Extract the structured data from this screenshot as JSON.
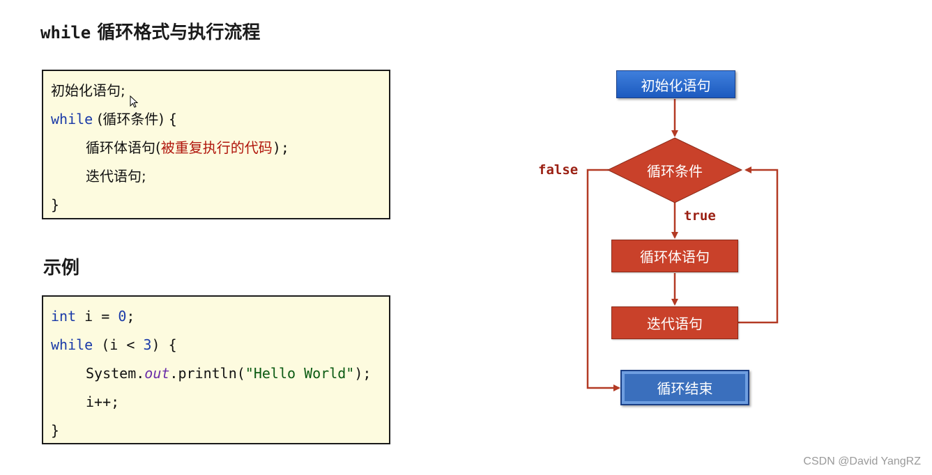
{
  "title": {
    "keyword": "while",
    "text": "循环格式与执行流程"
  },
  "syntax_box": {
    "line1": "初始化语句;",
    "line2_kw": "while",
    "line2_rest": " (循环条件) {",
    "line3_a": "循环体语句(",
    "line3_red": "被重复执行的代码",
    "line3_b": ");",
    "line4": "迭代语句;",
    "line5": "}"
  },
  "example_title": "示例",
  "example_box": {
    "l1_kw": "int",
    "l1_mid": " i = ",
    "l1_num": "0",
    "l1_end": ";",
    "l2_kw": "while",
    "l2_mid": " (i < ",
    "l2_num": "3",
    "l2_end": ") {",
    "l3_a": "System.",
    "l3_out": "out",
    "l3_b": ".println(",
    "l3_str": "\"Hello World\"",
    "l3_c": ");",
    "l4": "i++;",
    "l5": "}"
  },
  "flowchart": {
    "init": "初始化语句",
    "condition": "循环条件",
    "body": "循环体语句",
    "iterate": "迭代语句",
    "end": "循环结束",
    "false_label": "false",
    "true_label": "true",
    "arrow_color": "#b33a24"
  },
  "watermark": "CSDN @David YangRZ"
}
